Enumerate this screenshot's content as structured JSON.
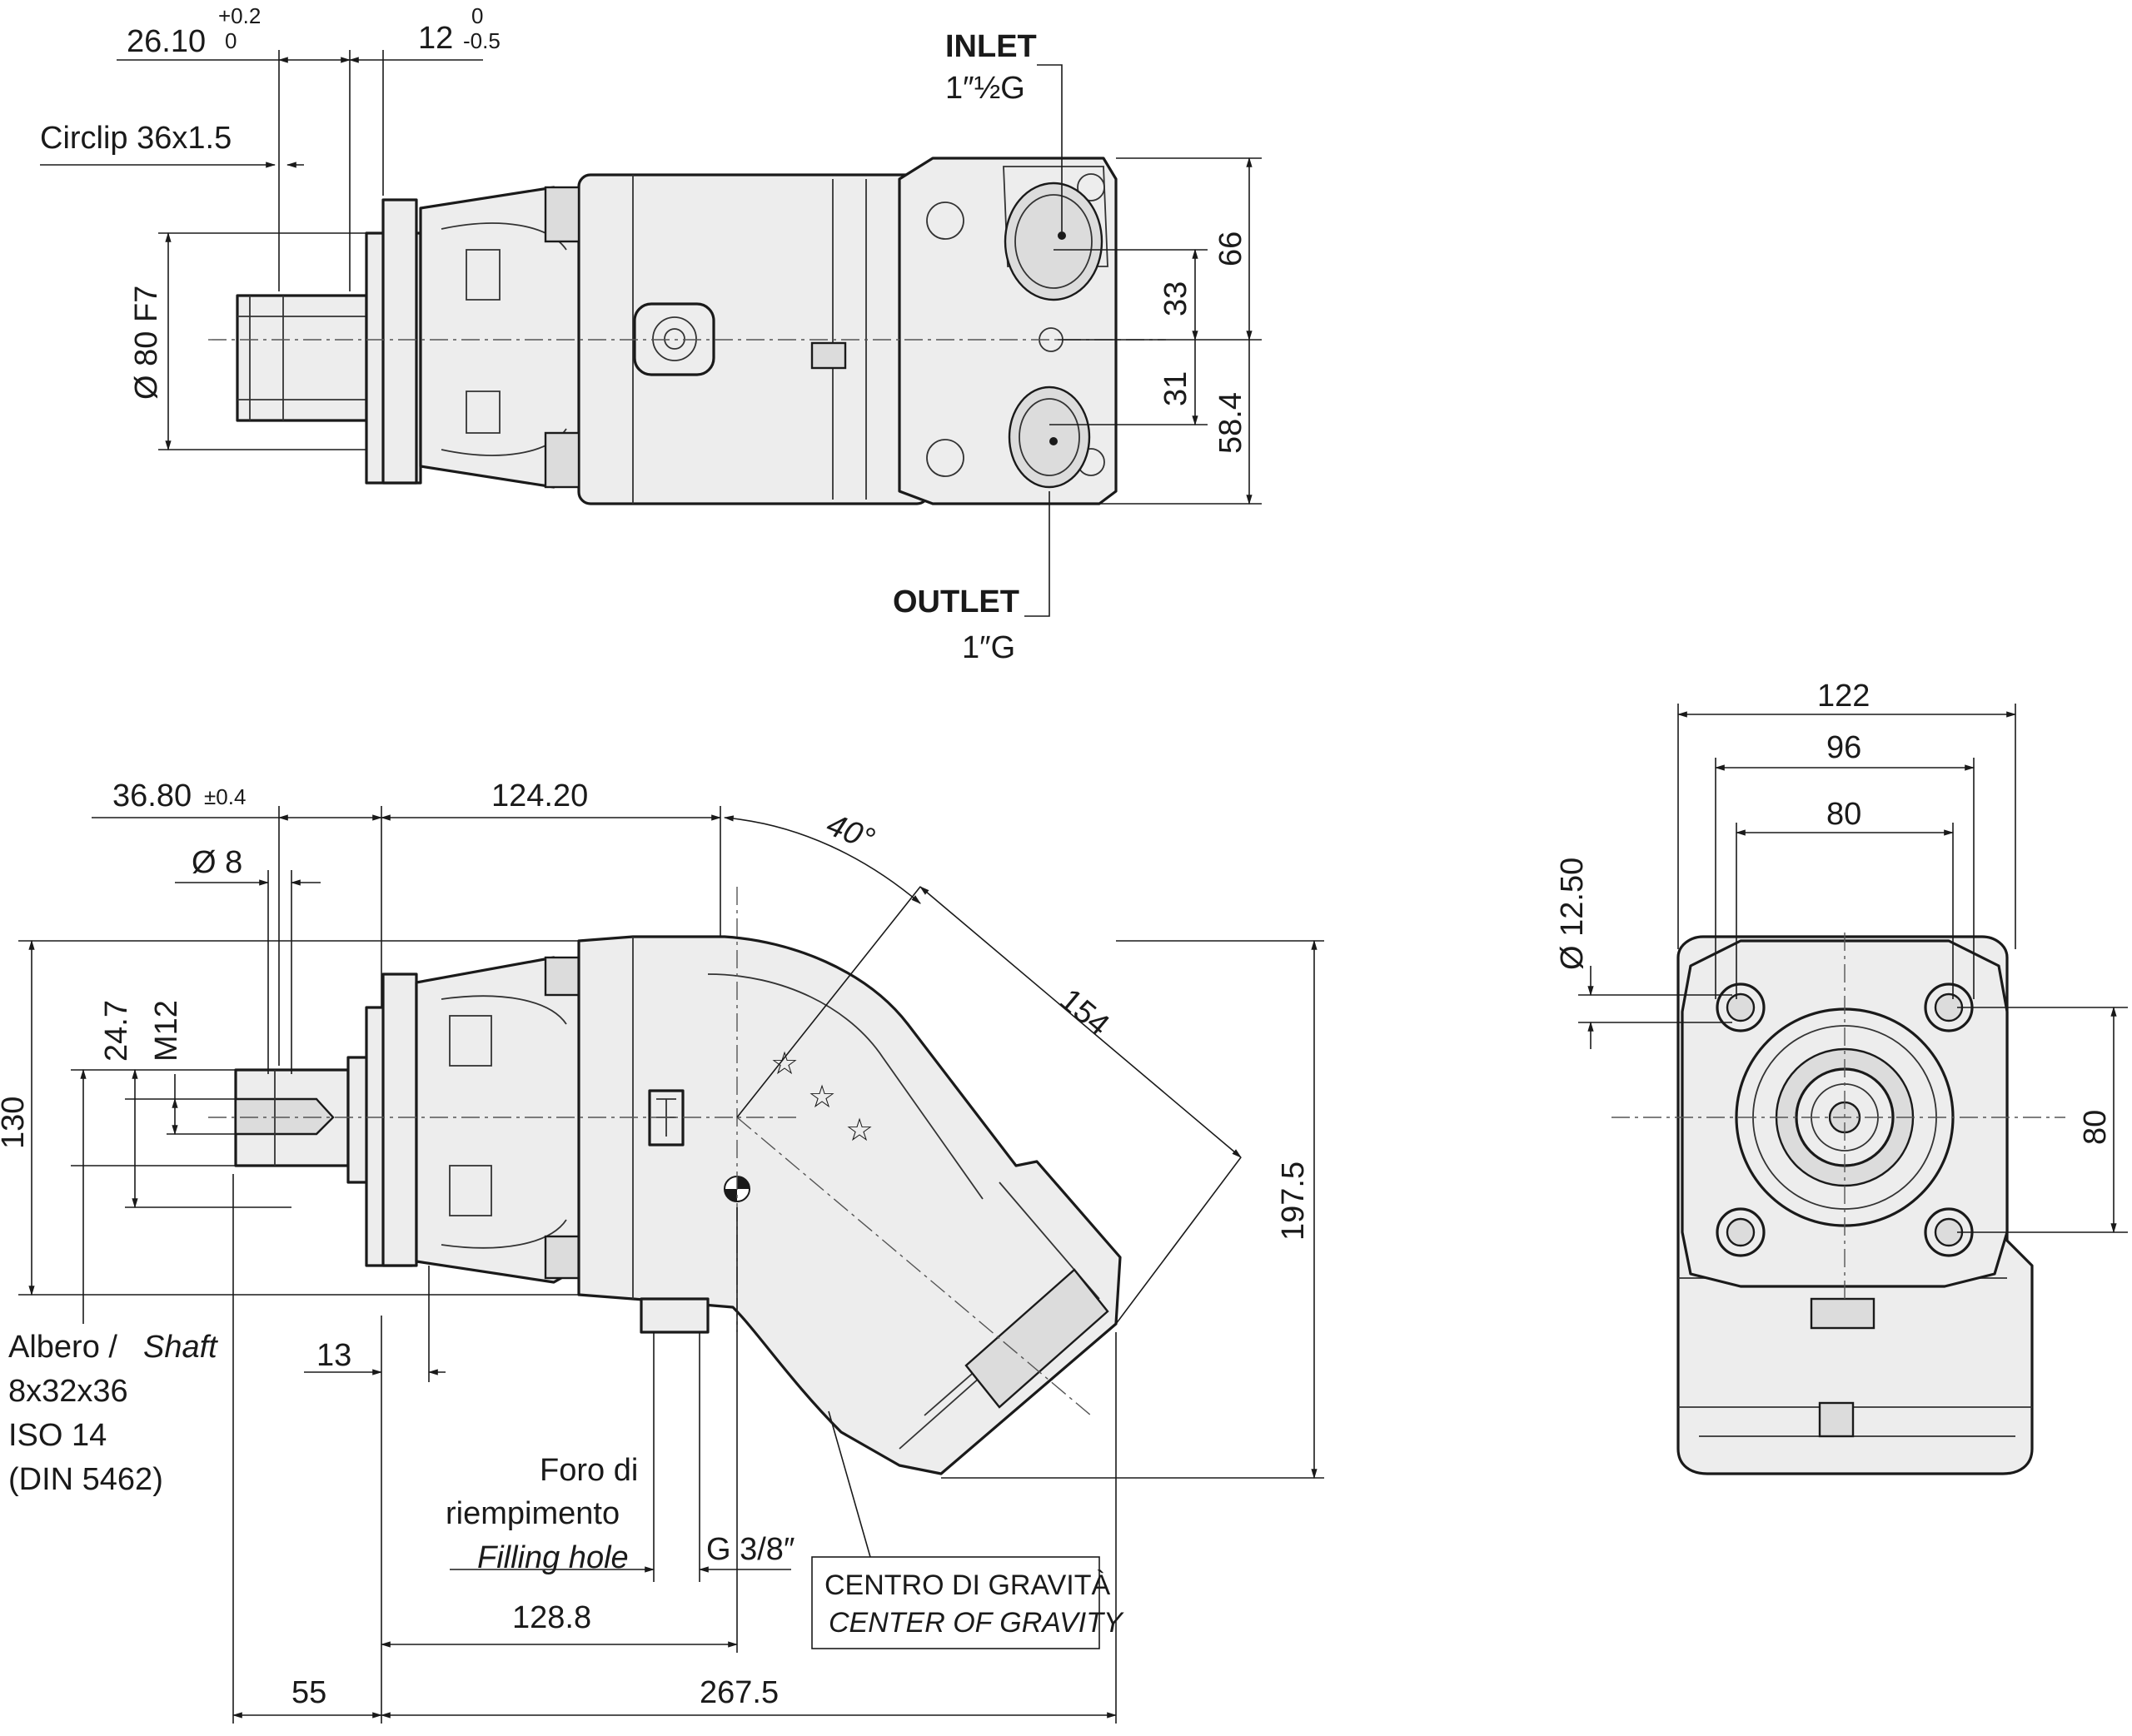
{
  "top_view": {
    "dim_26": "26.10",
    "dim_26_tol_upper": "+0.2",
    "dim_26_tol_lower": "0",
    "dim_12": "12",
    "dim_12_tol_upper": "0",
    "dim_12_tol_lower": "-0.5",
    "circlip": "Circlip 36x1.5",
    "dia_80": "Ø 80 F7",
    "inlet_label": "INLET",
    "inlet_thread": "1″½G",
    "outlet_label": "OUTLET",
    "outlet_thread": "1″G",
    "dim_66": "66",
    "dim_33": "33",
    "dim_31": "31",
    "dim_58": "58.4"
  },
  "side_view": {
    "dim_36": "36.80",
    "dim_36_tol": "±0.4",
    "dim_124": "124.20",
    "angle": "40°",
    "dia_8": "Ø 8",
    "dim_154": "154",
    "dim_24": "24.7",
    "thread_m12": "M12",
    "dim_130": "130",
    "dim_197": "197.5",
    "dim_13": "13",
    "shaft_it": "Albero / ",
    "shaft_en": "Shaft",
    "shaft_spec_1": "8x32x36",
    "shaft_spec_2": "ISO 14",
    "shaft_spec_3": "(DIN 5462)",
    "filling_it_1": "Foro di",
    "filling_it_2": "riempimento",
    "filling_en": "Filling hole",
    "g38": "G 3/8″",
    "cog_it": "CENTRO DI GRAVITÀ",
    "cog_en": "CENTER OF GRAVITY",
    "dim_128": "128.8",
    "dim_55": "55",
    "dim_267": "267.5"
  },
  "front_view": {
    "dim_122": "122",
    "dim_96": "96",
    "dim_80_h": "80",
    "dia_12": "Ø 12.50",
    "dim_80_v": "80"
  }
}
